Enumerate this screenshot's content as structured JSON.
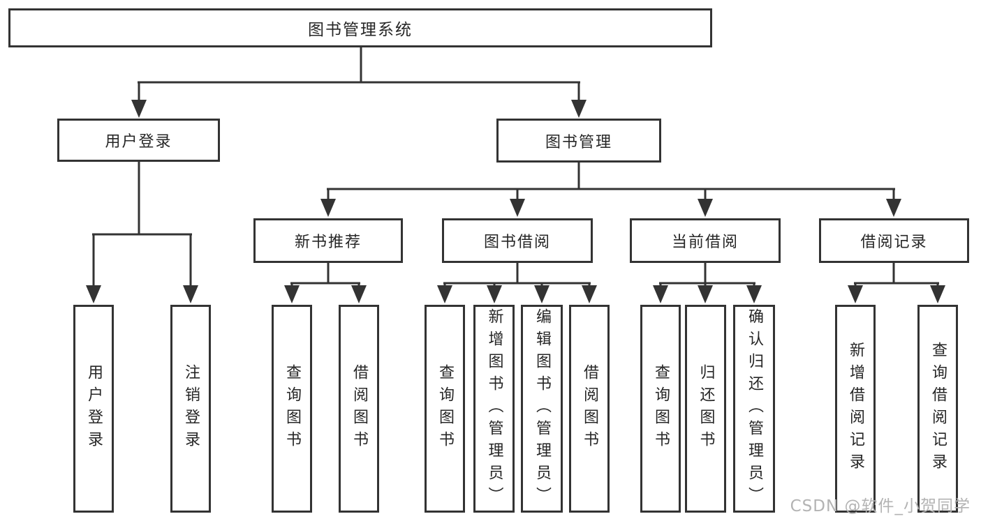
{
  "diagram_title": "图书管理系统",
  "tree": {
    "root": {
      "label": "图书管理系统"
    },
    "branches": [
      {
        "label": "用户登录",
        "children": [
          {
            "label": "用户登录"
          },
          {
            "label": "注销登录"
          }
        ]
      },
      {
        "label": "图书管理",
        "children": [
          {
            "label": "新书推荐",
            "children": [
              {
                "label": "查询图书"
              },
              {
                "label": "借阅图书"
              }
            ]
          },
          {
            "label": "图书借阅",
            "children": [
              {
                "label": "查询图书"
              },
              {
                "label": "新增图书（管理员）"
              },
              {
                "label": "编辑图书（管理员）"
              },
              {
                "label": "借阅图书"
              }
            ]
          },
          {
            "label": "当前借阅",
            "children": [
              {
                "label": "查询图书"
              },
              {
                "label": "归还图书"
              },
              {
                "label": "确认归还（管理员）"
              }
            ]
          },
          {
            "label": "借阅记录",
            "children": [
              {
                "label": "新增借阅记录"
              },
              {
                "label": "查询借阅记录"
              }
            ]
          }
        ]
      }
    ]
  },
  "watermark": {
    "text": "CSDN @软件_小贺同学",
    "color": "#b3b3b3"
  },
  "colors": {
    "background": "#ffffff",
    "line": "#333333",
    "box_border": "#333333",
    "box_fill": "#ffffff",
    "text": "#262626"
  }
}
